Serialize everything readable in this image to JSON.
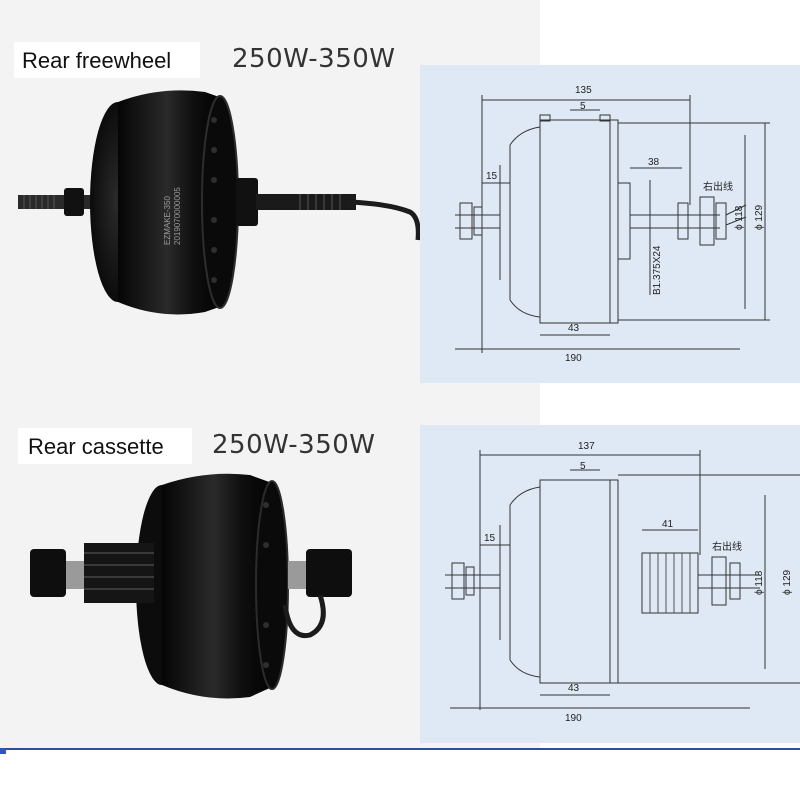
{
  "top": {
    "title": "Rear freewheel",
    "power": "250W-350W",
    "motor_marking_1": "EZMAKE-350",
    "motor_marking_2": "2019070000005",
    "drawing": {
      "dim_overall_flange": "135",
      "dim_small": "5",
      "dim_left_offset": "15",
      "dim_right_thread": "38",
      "dim_spacer": "43",
      "dim_total": "190",
      "dim_dia_small": "ϕ 118",
      "dim_dia_large": "ϕ 129",
      "thread_spec": "B1.375X24",
      "cable_label": "右出线"
    }
  },
  "bottom": {
    "title": "Rear cassette",
    "power": "250W-350W",
    "drawing": {
      "dim_overall_flange": "137",
      "dim_small": "5",
      "dim_left_offset": "15",
      "dim_right_body": "41",
      "dim_spacer": "43",
      "dim_total": "190",
      "dim_dia_small": "ϕ 118",
      "dim_dia_large": "ϕ 129",
      "cable_label": "右出线"
    }
  },
  "colors": {
    "drawing_bg": "#dfe9f5",
    "motor_black": "#111111",
    "line": "#333333"
  }
}
